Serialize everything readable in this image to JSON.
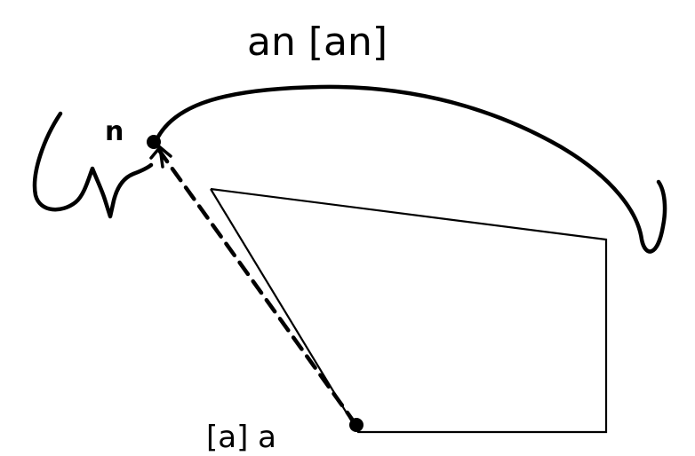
{
  "diagram": {
    "title": "an [an]",
    "start_label": "[a] a",
    "end_label": "n",
    "colors": {
      "ink": "#000000",
      "background": "#ffffff"
    }
  }
}
